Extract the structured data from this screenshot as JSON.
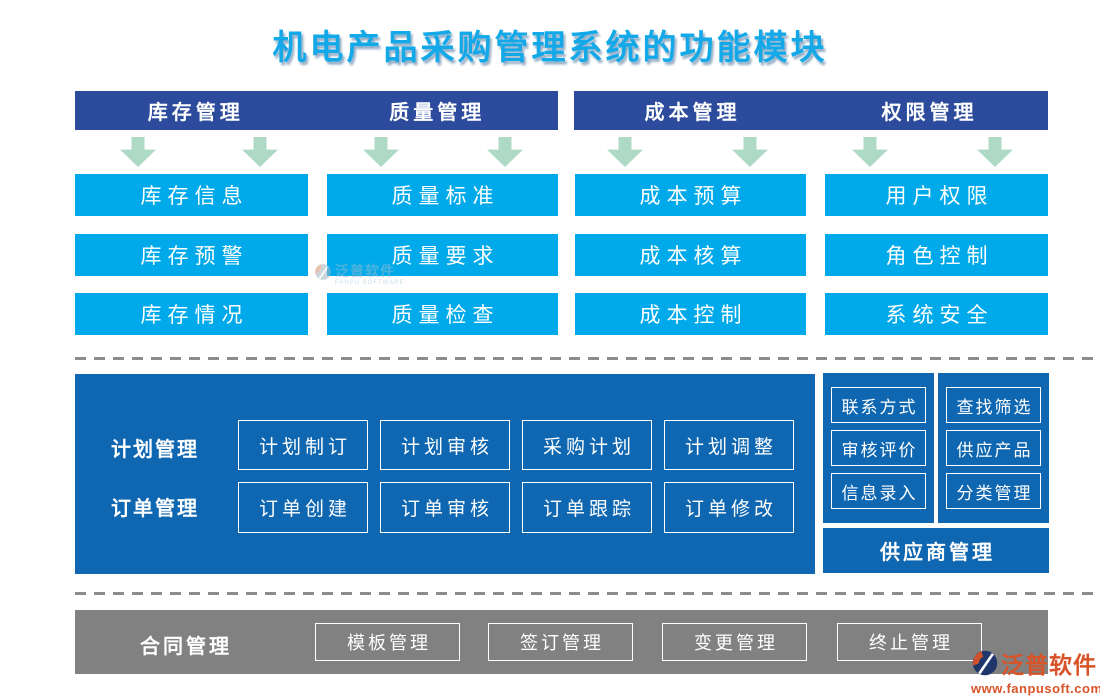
{
  "page": {
    "title": "机电产品采购管理系统的功能模块"
  },
  "colors": {
    "title_blue": "#13a9e9",
    "header_dark_blue": "#2c4b9d",
    "cell_cyan": "#00aaea",
    "panel_blue": "#0f67b1",
    "bar_gray": "#818181",
    "arrow_green": "#aed9c5",
    "brand_orange": "#da5328"
  },
  "top_groups": [
    {
      "header": "库存管理",
      "items": [
        "库存信息",
        "库存预警",
        "库存情况"
      ]
    },
    {
      "header": "质量管理",
      "items": [
        "质量标准",
        "质量要求",
        "质量检查"
      ]
    },
    {
      "header": "成本管理",
      "items": [
        "成本预算",
        "成本核算",
        "成本控制"
      ]
    },
    {
      "header": "权限管理",
      "items": [
        "用户权限",
        "角色控制",
        "系统安全"
      ]
    }
  ],
  "middle": {
    "rows": [
      {
        "label": "计划管理",
        "items": [
          "计划制订",
          "计划审核",
          "采购计划",
          "计划调整"
        ]
      },
      {
        "label": "订单管理",
        "items": [
          "订单创建",
          "订单审核",
          "订单跟踪",
          "订单修改"
        ]
      }
    ],
    "supplier": {
      "columns": [
        [
          "联系方式",
          "审核评价",
          "信息录入"
        ],
        [
          "查找筛选",
          "供应产品",
          "分类管理"
        ]
      ],
      "footer": "供应商管理"
    }
  },
  "bottom": {
    "label": "合同管理",
    "items": [
      "模板管理",
      "签订管理",
      "变更管理",
      "终止管理"
    ]
  },
  "watermark": {
    "text": "泛普软件",
    "subtext": "FANPU SOFTWARE"
  },
  "brand": {
    "name": "泛普软件",
    "url": "www.fanpusoft.com"
  }
}
